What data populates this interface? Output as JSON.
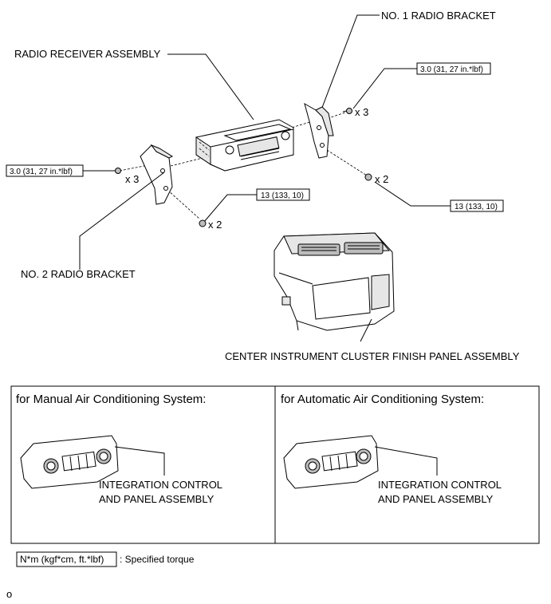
{
  "labels": {
    "no1_radio_bracket": "NO. 1 RADIO BRACKET",
    "radio_receiver_assembly": "RADIO RECEIVER ASSEMBLY",
    "no2_radio_bracket": "NO. 2 RADIO BRACKET",
    "center_panel": "CENTER INSTRUMENT CLUSTER FINISH PANEL ASSEMBLY"
  },
  "torques": {
    "upper_right": "3.0 (31, 27 in.*lbf)",
    "left": "3.0 (31, 27 in.*lbf)",
    "lower_center": "13 (133, 10)",
    "lower_right": "13 (133, 10)"
  },
  "counts": {
    "upper_right": "x 3",
    "left": "x 3",
    "lower_right": "x 2",
    "lower_center": "x 2"
  },
  "panels": {
    "manual": {
      "header": "for Manual Air Conditioning System:",
      "line1": "INTEGRATION CONTROL",
      "line2": "AND PANEL ASSEMBLY"
    },
    "automatic": {
      "header": "for Automatic Air Conditioning System:",
      "line1": "INTEGRATION CONTROL",
      "line2": "AND PANEL ASSEMBLY"
    }
  },
  "legend": {
    "unit": "N*m (kgf*cm, ft.*lbf)",
    "description": ": Specified torque"
  },
  "footer": "o"
}
